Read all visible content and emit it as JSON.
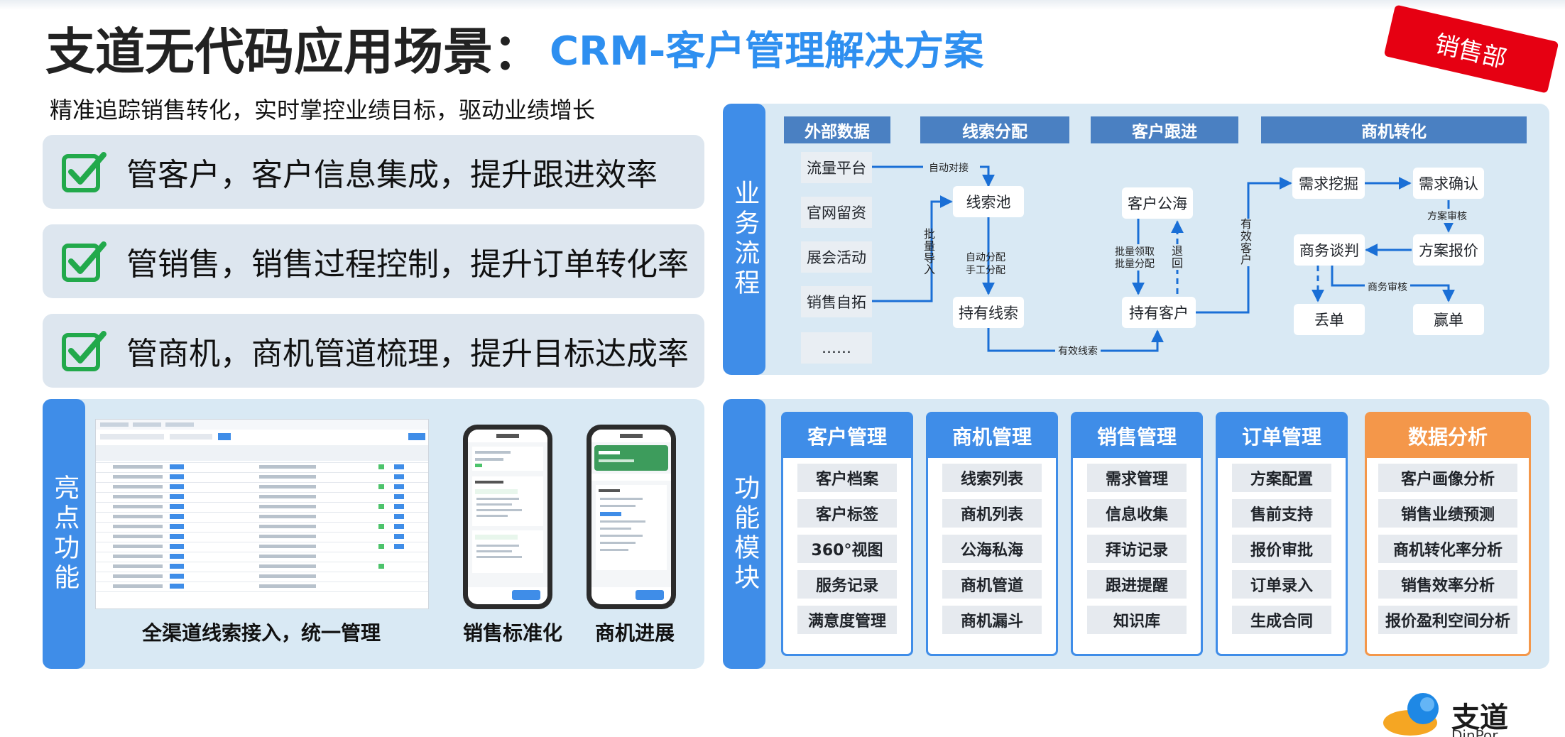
{
  "header": {
    "title_main": "支道无代码应用场景：",
    "title_accent": "CRM-客户管理解决方案",
    "badge": "销售部",
    "subtitle": "精准追踪销售转化，实时掌控业绩目标，驱动业绩增长"
  },
  "features": [
    {
      "text": "管客户，客户信息集成，提升跟进效率"
    },
    {
      "text": "管销售，销售过程控制，提升订单转化率"
    },
    {
      "text": "管商机，商机管道梳理，提升目标达成率"
    }
  ],
  "highlights": {
    "label": "亮点功能",
    "captions": [
      "全渠道线索接入，统一管理",
      "销售标准化",
      "商机进展"
    ]
  },
  "process": {
    "label": "业务流程",
    "headers": [
      "外部数据",
      "线索分配",
      "客户跟进",
      "商机转化"
    ],
    "sources": [
      "流量平台",
      "官网留资",
      "展会活动",
      "销售自拓",
      "……"
    ],
    "nodes": {
      "pool": "线索池",
      "own_leads": "持有线索",
      "public": "客户公海",
      "own_customers": "持有客户",
      "need_dig": "需求挖掘",
      "need_confirm": "需求确认",
      "negotiate": "商务谈判",
      "quote": "方案报价",
      "lose": "丢单",
      "win": "赢单"
    },
    "labels": {
      "auto_connect": "自动对接",
      "batch_import": "批量导入",
      "auto_assign": "自动分配",
      "manual_assign": "手工分配",
      "valid_leads": "有效线索",
      "batch_claim": "批量领取",
      "batch_assign": "批量分配",
      "return": "退回",
      "valid_customer": "有效客户",
      "plan_review": "方案审核",
      "biz_review": "商务审核"
    }
  },
  "modules": {
    "label": "功能模块",
    "cards": [
      {
        "title": "客户管理",
        "items": [
          "客户档案",
          "客户标签",
          "360°视图",
          "服务记录",
          "满意度管理"
        ]
      },
      {
        "title": "商机管理",
        "items": [
          "线索列表",
          "商机列表",
          "公海私海",
          "商机管道",
          "商机漏斗"
        ]
      },
      {
        "title": "销售管理",
        "items": [
          "需求管理",
          "信息收集",
          "拜访记录",
          "跟进提醒",
          "知识库"
        ]
      },
      {
        "title": "订单管理",
        "items": [
          "方案配置",
          "售前支持",
          "报价审批",
          "订单录入",
          "生成合同"
        ]
      },
      {
        "title": "数据分析",
        "items": [
          "客户画像分析",
          "销售业绩预测",
          "商机转化率分析",
          "销售效率分析",
          "报价盈利空间分析"
        ]
      }
    ]
  },
  "logo": {
    "name": "支道",
    "sub": "DinPor"
  },
  "colors": {
    "accent": "#2e8ff0",
    "panel": "#d9e9f4",
    "label": "#3f8de8",
    "header": "#4a80c2",
    "orange": "#f4974a",
    "badge": "#e60012",
    "check": "#22a94b"
  }
}
